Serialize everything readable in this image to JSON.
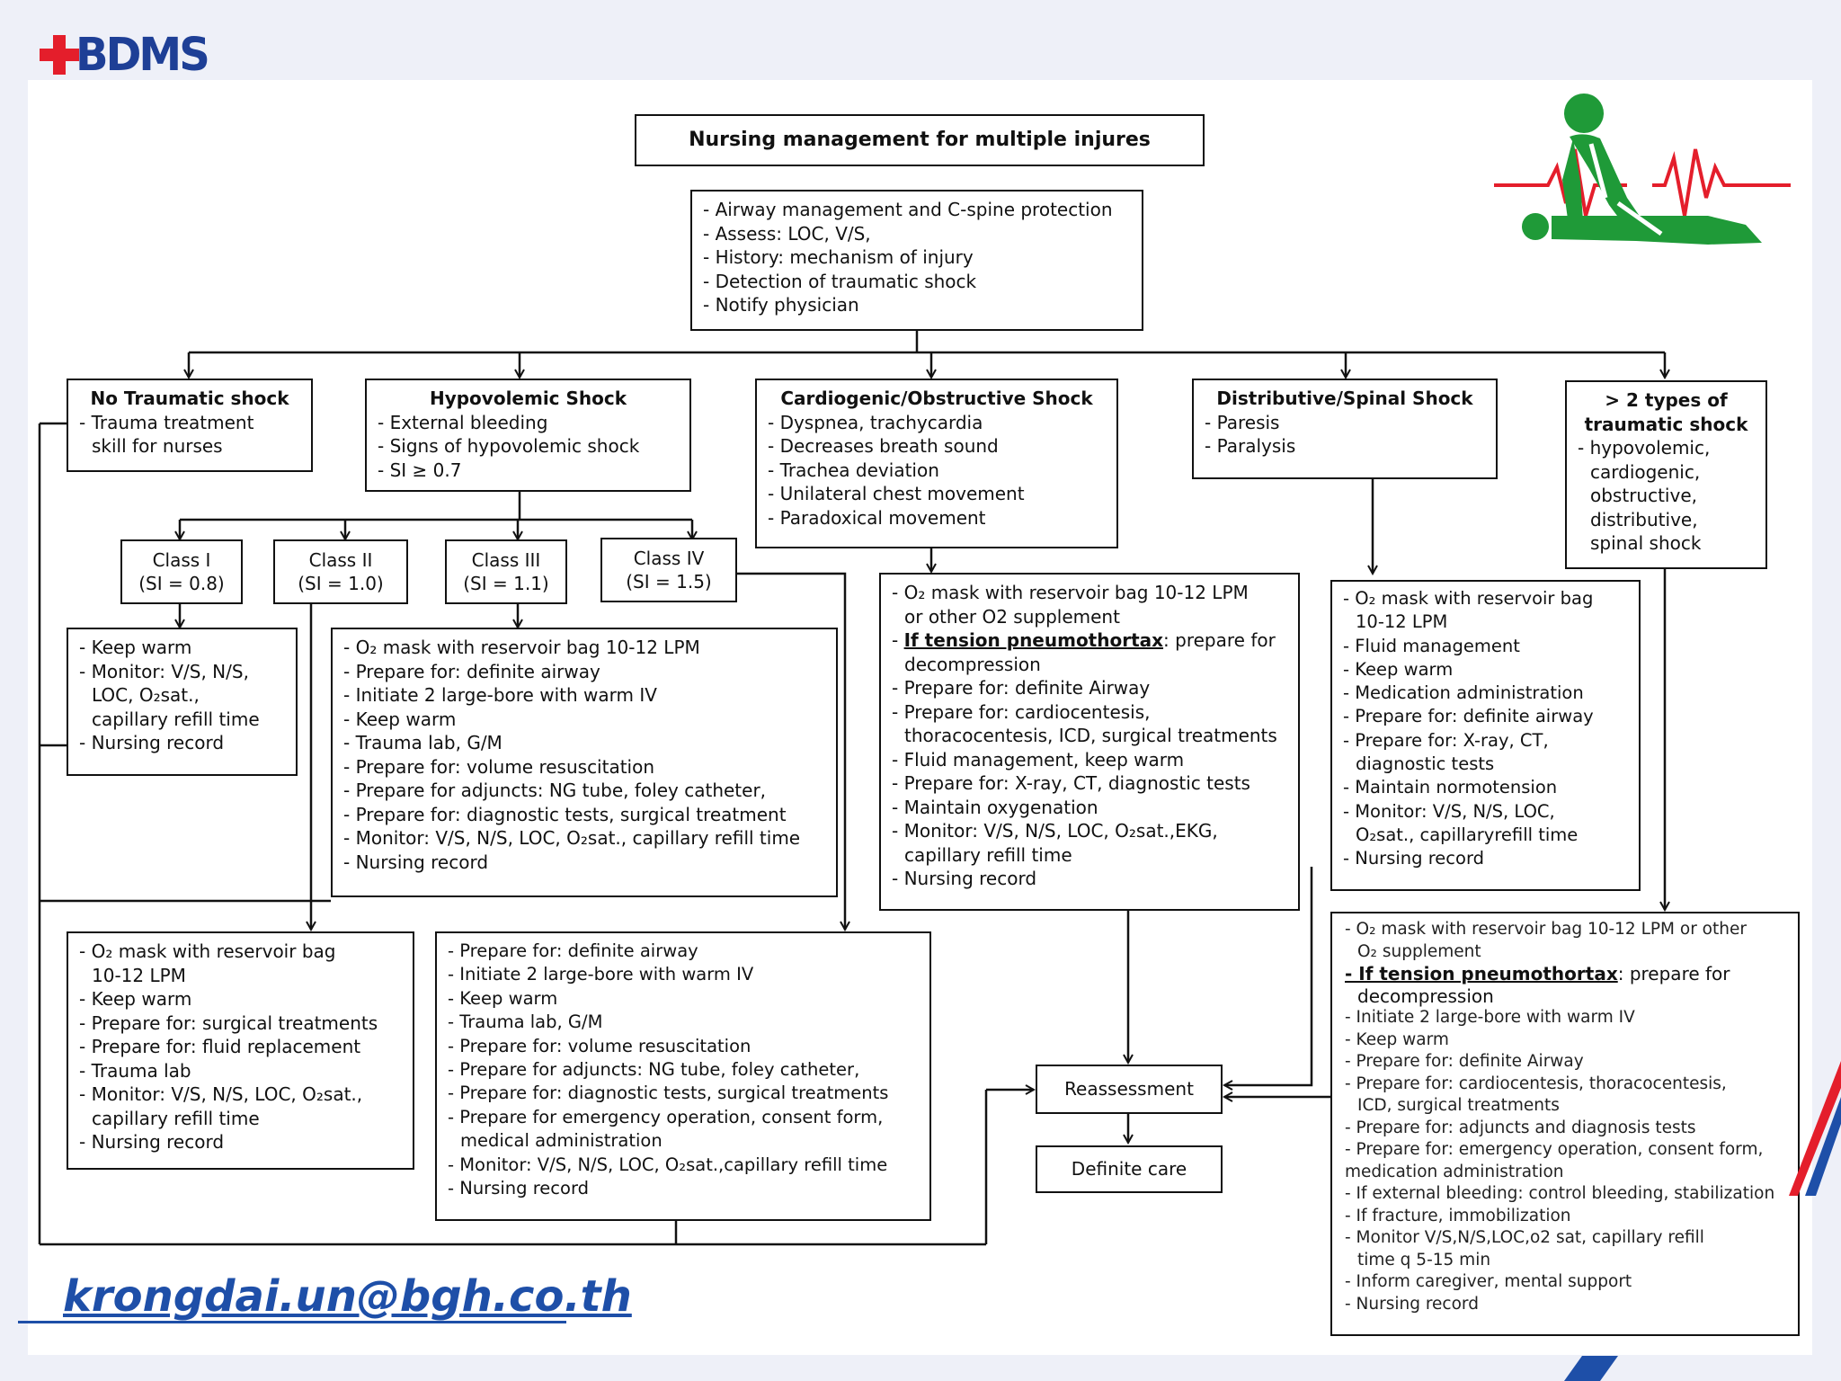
{
  "brand": {
    "logo_text": "BDMS",
    "accent": "#e41e2b",
    "primary": "#1e3f96"
  },
  "title": "Nursing management for multiple injures",
  "initial": [
    "- Airway management and C-spine protection",
    "- Assess: LOC, V/S,",
    "- History: mechanism of injury",
    "- Detection of traumatic shock",
    "- Notify physician"
  ],
  "no_shock": {
    "title": "No Traumatic shock",
    "lines": [
      "- Trauma treatment",
      "skill for nurses"
    ]
  },
  "hypo": {
    "title": "Hypovolemic Shock",
    "lines": [
      "- External bleeding",
      "- Signs of hypovolemic shock",
      "- SI ≥ 0.7"
    ]
  },
  "cardio": {
    "title": "Cardiogenic/Obstructive Shock",
    "lines": [
      "- Dyspnea, trachycardia",
      "- Decreases breath sound",
      "- Trachea deviation",
      "- Unilateral chest movement",
      "- Paradoxical movement"
    ]
  },
  "distrib": {
    "title": "Distributive/Spinal Shock",
    "lines": [
      "- Paresis",
      "- Paralysis"
    ]
  },
  "multi": {
    "title": [
      "> 2 types of",
      "traumatic shock"
    ],
    "lines": [
      "- hypovolemic,",
      "cardiogenic,",
      "obstructive,",
      "distributive,",
      "spinal shock"
    ]
  },
  "classes": [
    {
      "name": "Class I",
      "si": "(SI = 0.8)"
    },
    {
      "name": "Class II",
      "si": "(SI = 1.0)"
    },
    {
      "name": "Class III",
      "si": "(SI = 1.1)"
    },
    {
      "name": "Class IV",
      "si": "(SI = 1.5)"
    }
  ],
  "class1_care": [
    "- Keep warm",
    "- Monitor: V/S, N/S,",
    "LOC, O₂sat.,",
    "capillary refill time",
    "- Nursing record"
  ],
  "class3_care": [
    "- O₂ mask with reservoir bag 10-12 LPM",
    "- Prepare for: definite airway",
    "- Initiate 2 large-bore with warm IV",
    "- Keep warm",
    "- Trauma lab, G/M",
    "- Prepare for: volume  resuscitation",
    "- Prepare for adjuncts: NG tube, foley catheter,",
    "- Prepare for: diagnostic tests, surgical treatment",
    "- Monitor: V/S, N/S, LOC, O₂sat., capillary refill time",
    "- Nursing record"
  ],
  "class2_care": [
    "- O₂ mask with reservoir bag",
    "10-12 LPM",
    "- Keep warm",
    "- Prepare for: surgical treatments",
    "- Prepare for: fluid replacement",
    "- Trauma lab",
    "- Monitor: V/S, N/S, LOC, O₂sat.,",
    "capillary refill time",
    "- Nursing record"
  ],
  "class4_care": [
    "- Prepare for: definite airway",
    "- Initiate 2 large-bore with warm IV",
    "- Keep warm",
    "- Trauma lab, G/M",
    "- Prepare for: volume  resuscitation",
    "- Prepare for adjuncts: NG tube, foley catheter,",
    "- Prepare for: diagnostic tests, surgical treatments",
    "- Prepare for emergency operation, consent form,",
    "medical administration",
    "- Monitor: V/S, N/S, LOC, O₂sat.,capillary refill time",
    "- Nursing record"
  ],
  "cardio_care": {
    "l1": "- O₂ mask with reservoir bag 10-12 LPM",
    "l2": "or other O2 supplement",
    "l3_u": "If tension pneumothortax",
    "l3_rest": ": prepare for",
    "rest": [
      "decompression",
      "- Prepare for: definite Airway",
      "- Prepare for: cardiocentesis,",
      "thoracocentesis, ICD, surgical treatments",
      "- Fluid management, keep warm",
      "- Prepare for: X-ray, CT, diagnostic tests",
      "- Maintain oxygenation",
      "- Monitor: V/S, N/S, LOC, O₂sat.,EKG,",
      "capillary refill time",
      "- Nursing record"
    ]
  },
  "distrib_care": [
    "- O₂ mask with reservoir bag",
    "10-12 LPM",
    "- Fluid management",
    "- Keep warm",
    "- Medication administration",
    "- Prepare for: definite airway",
    "- Prepare for: X-ray, CT,",
    "diagnostic tests",
    "- Maintain normotension",
    "- Monitor: V/S, N/S, LOC,",
    "O₂sat., capillaryrefill time",
    "- Nursing record"
  ],
  "multi_care": {
    "l1": "- O₂ mask with reservoir bag 10-12 LPM or other",
    "l2": "O₂ supplement",
    "l3_u": "- If tension pneumothortax",
    "l3_rest": ": prepare for",
    "rest": [
      "decompression",
      "- Initiate 2 large-bore with warm IV",
      "- Keep warm",
      "- Prepare for: definite Airway",
      "- Prepare for: cardiocentesis,  thoracocentesis,",
      "ICD, surgical treatments",
      "- Prepare for: adjuncts and diagnosis tests",
      "- Prepare for: emergency operation, consent form,",
      "medication administration",
      "- If external bleeding: control bleeding, stabilization",
      "- If fracture, immobilization",
      "- Monitor V/S,N/S,LOC,o2 sat, capillary refill",
      "time q 5-15 min",
      "- Inform caregiver, mental support",
      "- Nursing record"
    ]
  },
  "reassessment": "Reassessment",
  "definite_care": "Definite care",
  "email": "krongdai.un@bgh.co.th"
}
